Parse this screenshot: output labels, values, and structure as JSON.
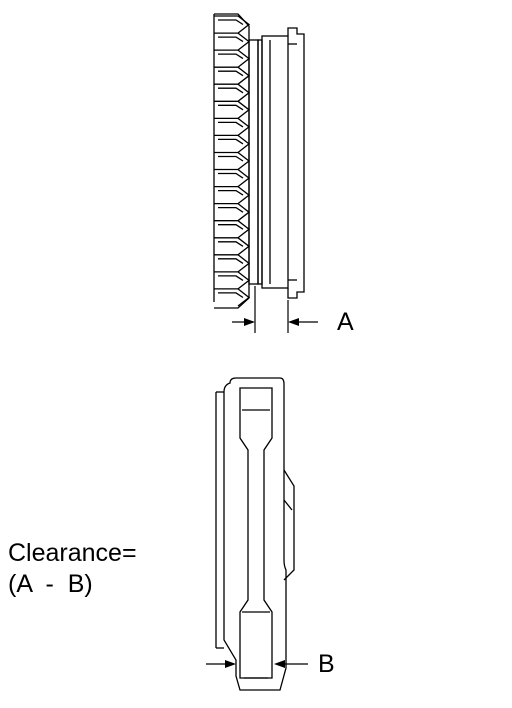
{
  "labels": {
    "a": "A",
    "b": "B"
  },
  "formula": {
    "line1": "Clearance=",
    "line2": "(A  -  B)"
  },
  "colors": {
    "ink": "#000000",
    "paper": "#ffffff"
  }
}
